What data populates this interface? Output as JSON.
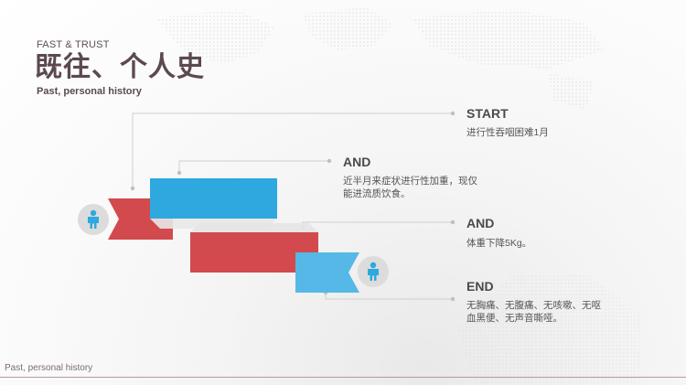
{
  "header": {
    "eyebrow": "FAST & TRUST",
    "title": "既往、个人史",
    "subtitle": "Past, personal history"
  },
  "timeline": [
    {
      "heading": "START",
      "text": "进行性吞咽困难1月"
    },
    {
      "heading": "AND",
      "text": "近半月来症状进行性加重，现仅\n能进流质饮食。"
    },
    {
      "heading": "AND",
      "text": "体重下降5Kg。"
    },
    {
      "heading": "END",
      "text": "无胸痛、无腹痛、无咳嗽、无呕\n血黑便、无声音嘶哑。"
    }
  ],
  "footer": {
    "text": "Past, personal history"
  },
  "colors": {
    "red": "#d24a4d",
    "blue": "#2ea8de",
    "light_blue": "#56b8e6",
    "title": "#5c4950",
    "icon": "#2ea8de"
  },
  "icons": [
    "person-icon",
    "person-icon"
  ]
}
